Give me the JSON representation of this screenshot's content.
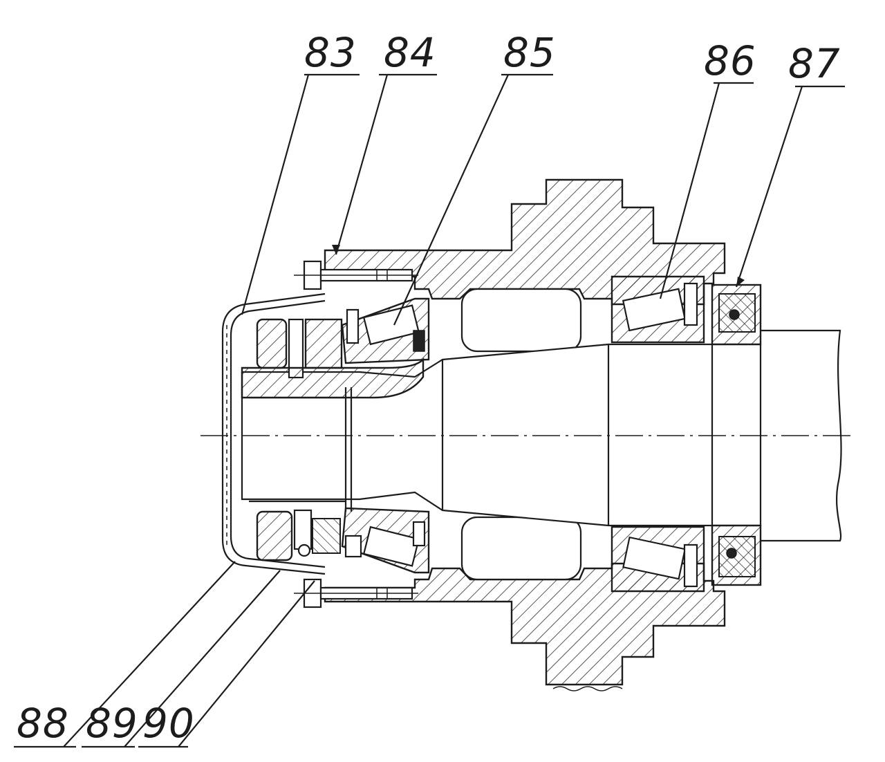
{
  "callouts": {
    "c83": "83",
    "c84": "84",
    "c85": "85",
    "c86": "86",
    "c87": "87",
    "c88": "88",
    "c89": "89",
    "c90": "90"
  }
}
